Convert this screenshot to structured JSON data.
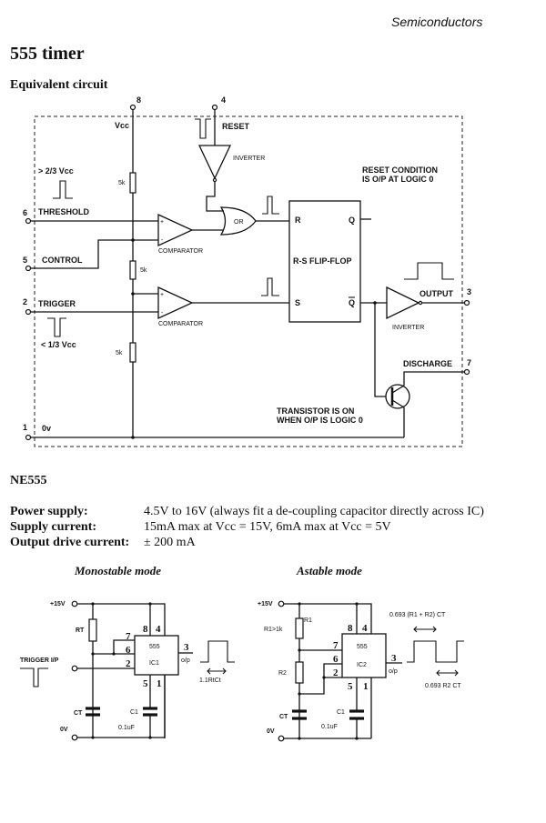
{
  "header": {
    "category": "Semiconductors"
  },
  "page_title": "555 timer",
  "section_heading": "Equivalent circuit",
  "equivalent_circuit": {
    "pins": {
      "vcc": {
        "number": "8",
        "label": "Vcc"
      },
      "reset": {
        "number": "4",
        "label": "RESET"
      },
      "threshold": {
        "number": "6",
        "label": "THRESHOLD"
      },
      "control": {
        "number": "5",
        "label": "CONTROL"
      },
      "trigger": {
        "number": "2",
        "label": "TRIGGER"
      },
      "ground": {
        "number": "1",
        "label": "0v"
      },
      "output": {
        "number": "3",
        "label": "OUTPUT"
      },
      "discharge": {
        "number": "7",
        "label": "DISCHARGE"
      }
    },
    "threshold_level": "> 2/3 Vcc",
    "trigger_level": "< 1/3 Vcc",
    "resistors": [
      "5k",
      "5k",
      "5k"
    ],
    "comparator_label": "COMPARATOR",
    "inverter_label": "INVERTER",
    "or_gate_label": "OR",
    "flipflop": {
      "label": "R-S FLIP-FLOP",
      "r": "R",
      "s": "S",
      "q": "Q",
      "qbar": "Q"
    },
    "reset_note": [
      "RESET CONDITION",
      "IS O/P AT LOGIC 0"
    ],
    "transistor_note": [
      "TRANSISTOR IS ON",
      "WHEN O/P IS LOGIC 0"
    ],
    "comparator_plus": "+",
    "comparator_minus": "-"
  },
  "device": {
    "name": "NE555",
    "specs": [
      {
        "label": "Power supply:",
        "value": "4.5V to 16V  (always fit a de-coupling capacitor directly across IC)"
      },
      {
        "label": "Supply current:",
        "value": "15mA max at Vcc = 15V,  6mA max at Vcc = 5V"
      },
      {
        "label": "Output drive current:",
        "value": "± 200 mA"
      }
    ]
  },
  "monostable": {
    "title": "Monostable mode",
    "supply": "+15V",
    "ground": "0V",
    "rt": "RT",
    "ct": "CT",
    "c1": "C1",
    "c1_value": "0.1uF",
    "ic_part": "555",
    "ic_ref": "IC1",
    "trigger_label": "TRIGGER I/P",
    "output_label": "o/p",
    "timing": "1.1RtCt",
    "pin_numbers": {
      "p8": "8",
      "p4": "4",
      "p7": "7",
      "p6": "6",
      "p2": "2",
      "p3": "3",
      "p5": "5",
      "p1": "1"
    }
  },
  "astable": {
    "title": "Astable mode",
    "supply": "+15V",
    "ground": "0V",
    "r1": "R1",
    "r1_note": "R1>1k",
    "r2": "R2",
    "ct": "CT",
    "c1": "C1",
    "c1_value": "0.1uF",
    "ic_part": "555",
    "ic_ref": "IC2",
    "output_label": "o/p",
    "high_time": "0.693 (R1 + R2) CT",
    "low_time": "0.693 R2 CT",
    "pin_numbers": {
      "p8": "8",
      "p4": "4",
      "p7": "7",
      "p6": "6",
      "p2": "2",
      "p3": "3",
      "p5": "5",
      "p1": "1"
    }
  }
}
